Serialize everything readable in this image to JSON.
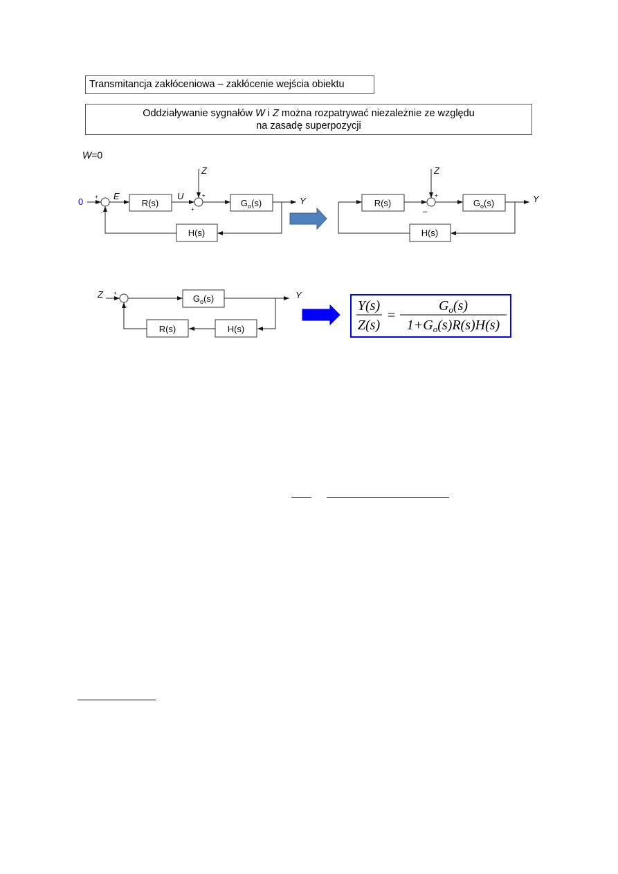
{
  "title": "Transmitancja zakłóceniowa – zakłócenie wejścia obiektu",
  "note": {
    "before_w": "Oddziaływanie sygnałów ",
    "w": "W",
    "middle": " i ",
    "z": "Z",
    "after_z": " można rozpatrywać niezależnie ze względu",
    "line2": "na zasadę superpozycji"
  },
  "condition": {
    "var": "W",
    "value": "=0"
  },
  "diagram1": {
    "input": "0",
    "e": "E",
    "u": "U",
    "z": "Z",
    "y": "Y",
    "r": "R(s)",
    "g": "G",
    "g_sub": "o",
    "g_tail": "(s)",
    "h": "H(s)",
    "plus": "+",
    "minus": "-"
  },
  "diagram2": {
    "z": "Z",
    "y": "Y",
    "r": "R(s)",
    "g": "G",
    "g_sub": "o",
    "g_tail": "(s)",
    "h": "H(s)",
    "plus": "+",
    "minus": "–"
  },
  "diagram3": {
    "z": "Z",
    "y": "Y",
    "r": "R(s)",
    "g": "G",
    "g_sub": "o",
    "g_tail": "(s)",
    "h": "H(s)",
    "plus": "+",
    "minus": "-"
  },
  "formula": {
    "num_left": "Y(s)",
    "den_left": "Z(s)",
    "equals": "=",
    "num_right": "G",
    "num_right_sub": "o",
    "num_right_tail": "(s)",
    "den_right_a": "1+G",
    "den_right_sub": "o",
    "den_right_b": "(s)R(s)H(s)"
  },
  "colors": {
    "arrow": "#4f81bd",
    "arrow_bright": "#0000ff",
    "formula_border": "#0000ff",
    "input_zero": "#0000ff"
  }
}
